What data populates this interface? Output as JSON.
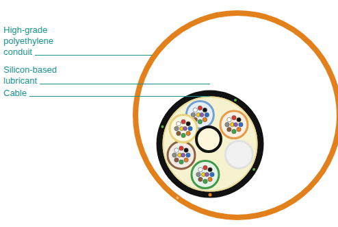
{
  "diagram": {
    "labels": [
      "High-grade polyethylene conduit",
      "Silicon-based lubricant",
      "Cable"
    ]
  }
}
